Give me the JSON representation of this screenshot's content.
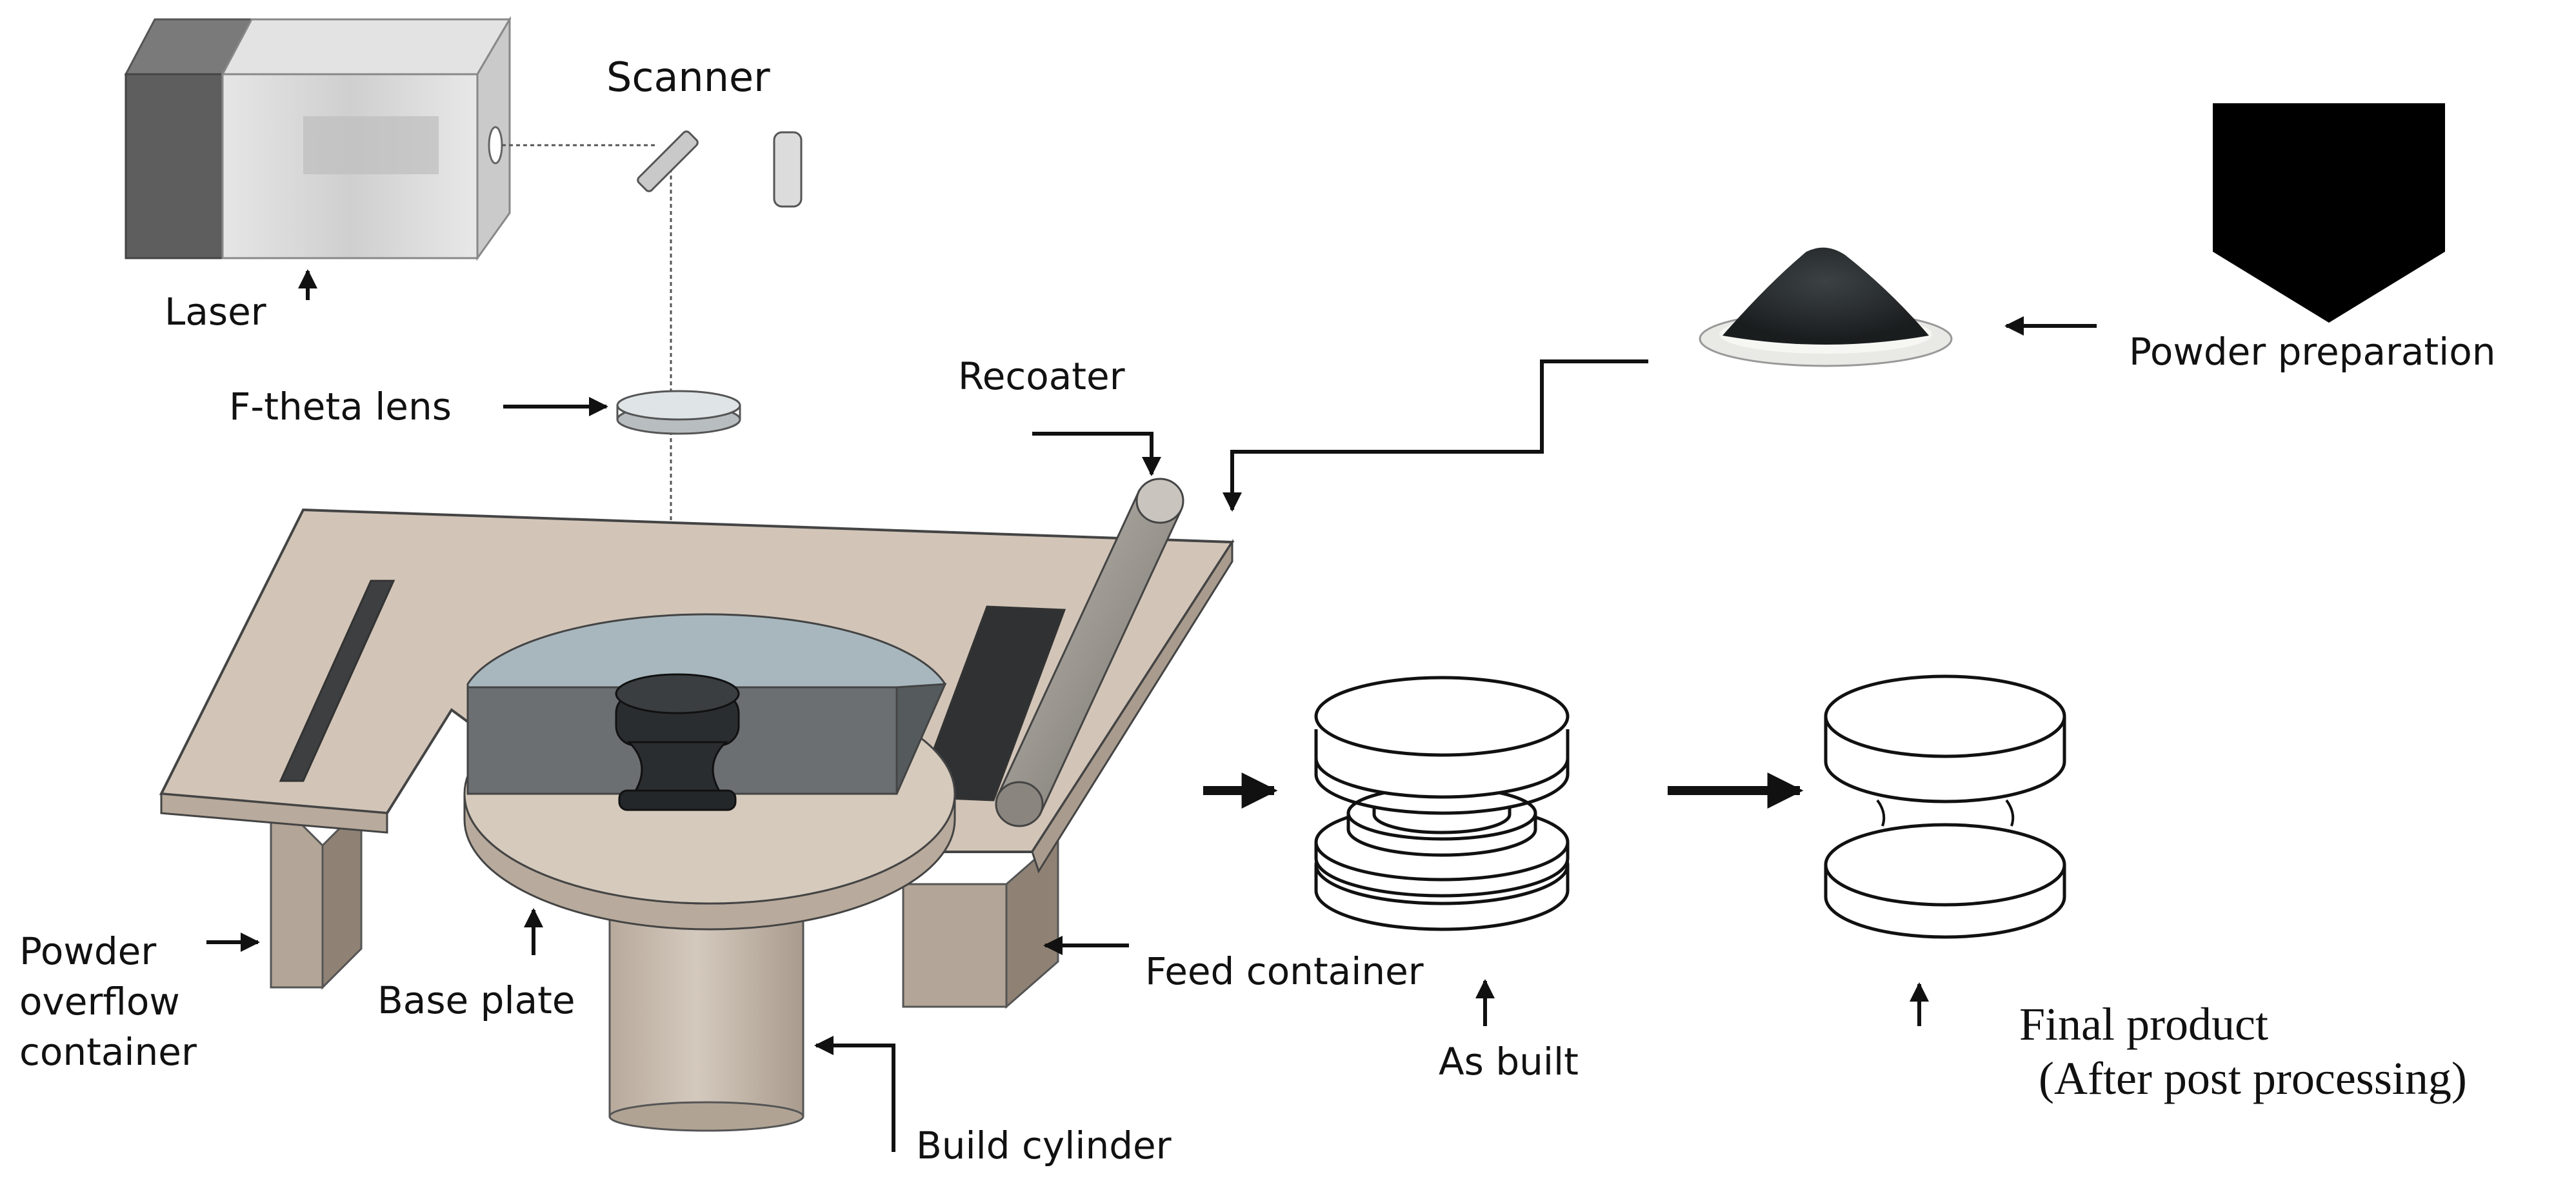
{
  "labels": {
    "scanner": "Scanner",
    "laser": "Laser",
    "f_theta_lens": "F-theta lens",
    "recoater": "Recoater",
    "powder_preparation": "Powder preparation",
    "powder_overflow_container": [
      "Powder",
      "overflow",
      "container"
    ],
    "base_plate": "Base plate",
    "feed_container": "Feed container",
    "build_cylinder": "Build cylinder",
    "as_built": "As built",
    "final_product": [
      "Final  product",
      "(After post processing)"
    ]
  },
  "colors": {
    "platform_top": "#d2c5b8",
    "platform_side": "#b8aa9c",
    "build_cylinder": "#c4b8ab",
    "powder_bed": "#a7b7bd",
    "powder_bed_side": "#6b6f72",
    "part": "#2a2d30",
    "recoater": "#9b9790",
    "laser_dark": "#5e5e5e",
    "laser_light": "#d9d9d9",
    "arrow": "#111111"
  }
}
